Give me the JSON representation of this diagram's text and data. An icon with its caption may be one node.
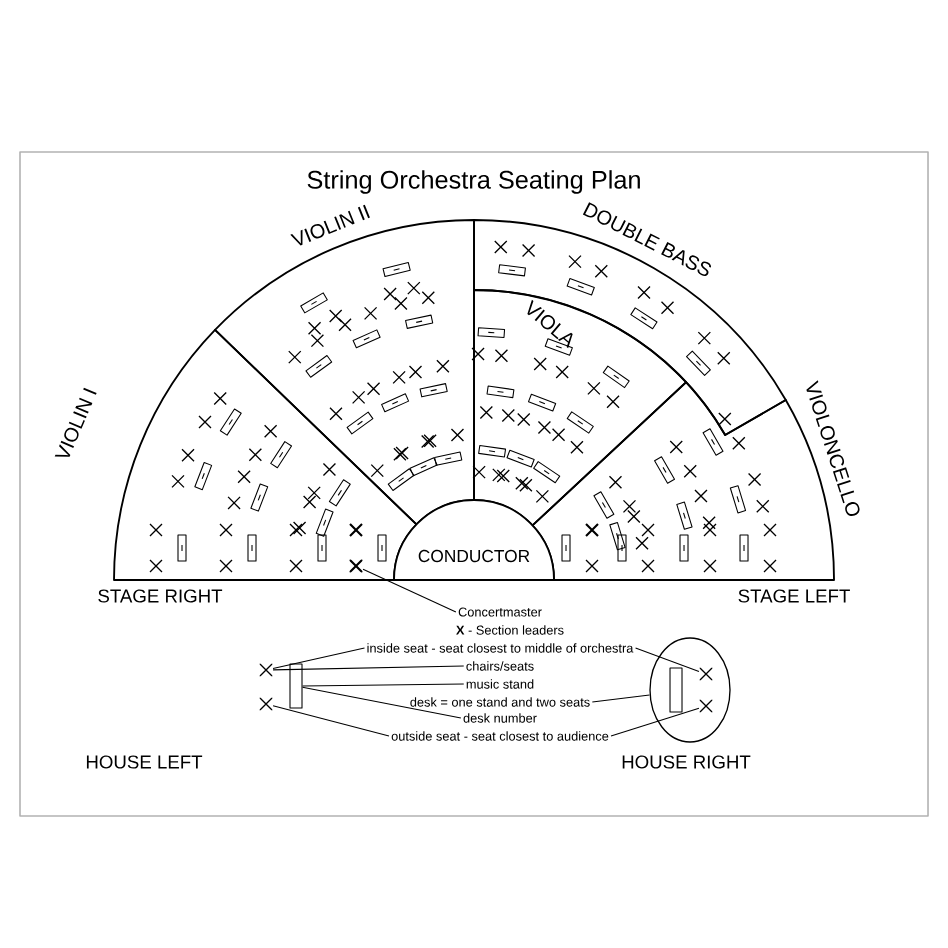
{
  "diagram": {
    "title": "String Orchestra Seating Plan",
    "nodes": [
      {
        "text": [
          "VIOLIN I"
        ]
      },
      {
        "text": [
          "VIOLIN II"
        ]
      },
      {
        "text": [
          "DOUBLE BASS"
        ]
      },
      {
        "text": [
          "VIOLA"
        ]
      },
      {
        "text": [
          "VIOLONCELLO"
        ]
      },
      {
        "text": [
          "CONDUCTOR"
        ]
      },
      {
        "text": [],
        "shape": "cross",
        "in": 0
      },
      {
        "text": [
          "Concertmaster"
        ]
      },
      {
        "text": [
          "inside seat - seat closest to middle of orchestra"
        ]
      },
      {
        "text": [
          "chairs/seats"
        ]
      },
      {
        "text": [
          "music stand"
        ]
      },
      {
        "text": [
          "desk = one stand and two seats"
        ]
      },
      {
        "text": [
          "desk number"
        ]
      },
      {
        "text": [
          "outside seat - seat closest to audience"
        ]
      },
      {
        "text": [],
        "shape": "cross"
      },
      {
        "text": [],
        "shape": "cross"
      },
      {
        "text": [],
        "shape": "box"
      },
      {
        "text": [],
        "shape": "ellipse"
      },
      {
        "text": [],
        "shape": "box",
        "in": 17
      },
      {
        "text": [],
        "shape": "cross",
        "in": 17
      },
      {
        "text": [],
        "shape": "cross",
        "in": 17
      }
    ],
    "edges": [
      {
        "from": 7,
        "to": 6,
        "arrow": "none"
      },
      {
        "from": 8,
        "to": 14,
        "arrow": "none"
      },
      {
        "from": 8,
        "to": 19,
        "arrow": "none"
      },
      {
        "from": 9,
        "to": 14,
        "arrow": "none"
      },
      {
        "from": 10,
        "to": 16,
        "arrow": "none"
      },
      {
        "from": 11,
        "to": 17,
        "arrow": "none"
      },
      {
        "from": 12,
        "to": 16,
        "arrow": "none"
      },
      {
        "from": 13,
        "to": 15,
        "arrow": "none"
      },
      {
        "from": 13,
        "to": 20,
        "arrow": "none"
      }
    ],
    "labels": [
      "STAGE RIGHT",
      "STAGE LEFT",
      "**X** - Section leaders",
      "HOUSE LEFT",
      "HOUSE RIGHT"
    ]
  }
}
